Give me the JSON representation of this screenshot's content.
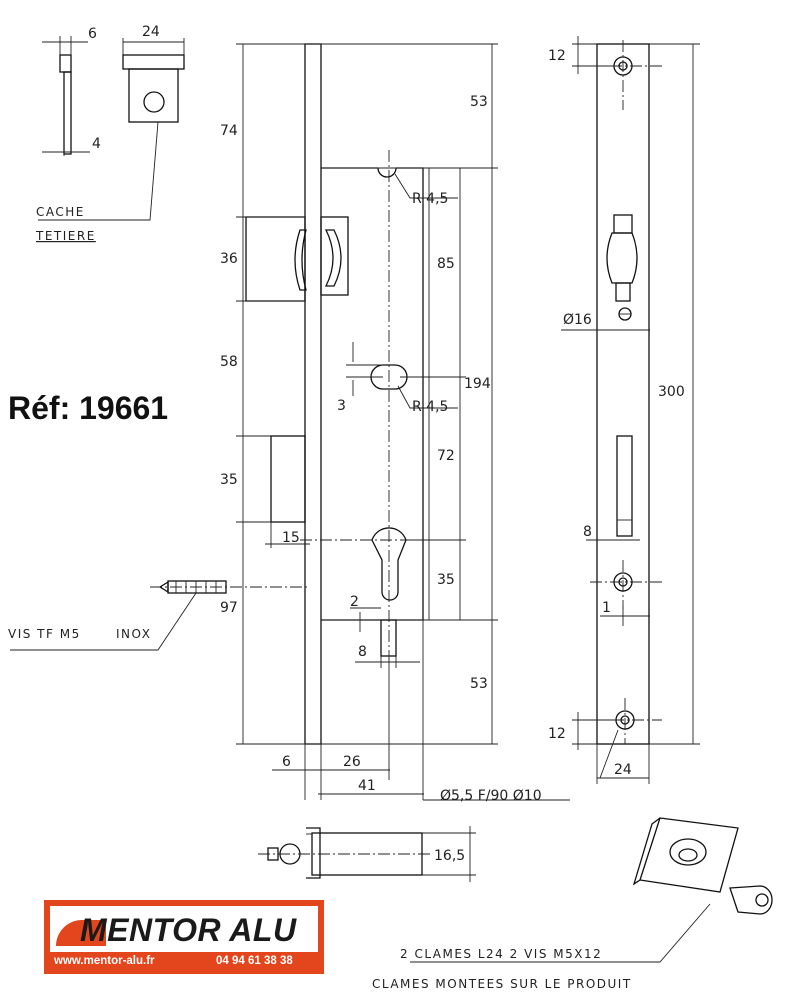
{
  "reference": "Réf: 19661",
  "brand": {
    "name": "MENTOR ALU",
    "website": "www.mentor-alu.fr",
    "phone": "04 94 61 38 38",
    "colors": {
      "accent": "#e3451d",
      "text": "#1a1a1a"
    }
  },
  "labels": {
    "cache": "CACHE",
    "tetiere": "TETIERE",
    "vis_tf": "VIS TF M5",
    "inox": "INOX",
    "clames_1": "2 CLAMES L24 2 VIS M5X12",
    "clames_2": "CLAMES MONTEES SUR LE PRODUIT",
    "hole_spec": "Ø5,5 F/90 Ø10",
    "radius_top": "R 4,5",
    "radius_mid": "R 4,5"
  },
  "dimensions": {
    "cache_thickness": "6",
    "cache_width": "24",
    "cache_depth": "4",
    "top_to_latch": "74",
    "latch_height": "36",
    "latch_to_bolt": "58",
    "bolt_height": "35",
    "bolt_projection": "15",
    "screw_position": "97",
    "front_offset": "6",
    "backset_26": "26",
    "case_depth": "41",
    "top_to_bracket": "53",
    "bracket_to_handle": "85",
    "handle_to_cylinder": "72",
    "cylinder_height": "35",
    "entraxe": "194",
    "bottom_bracket": "53",
    "slot_3": "3",
    "slot_2": "2",
    "slot_8": "8",
    "faceplate_top_hole": "12",
    "faceplate_bottom_hole": "12",
    "faceplate_length": "300",
    "faceplate_width": "24",
    "latch_diameter": "Ø16",
    "bolt_width": "8",
    "offset_1": "1",
    "clame_thickness": "16,5"
  }
}
